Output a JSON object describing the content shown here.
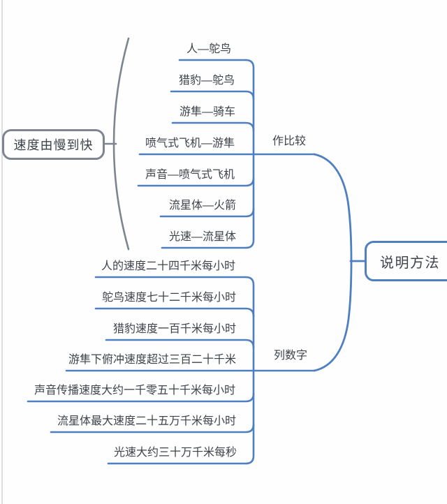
{
  "diagram": {
    "type": "mind-map",
    "root": {
      "label": "说明方法"
    },
    "annotation": {
      "label": "速度由慢到快"
    }
  },
  "branches": [
    {
      "label": "作比较",
      "items": [
        "人—鸵鸟",
        "猎豹—鸵鸟",
        "游隼—骑车",
        "喷气式飞机—游隼",
        "声音—喷气式飞机",
        "流星体—火箭",
        "光速—流星体"
      ]
    },
    {
      "label": "列数字",
      "items": [
        "人的速度二十四千米每小时",
        "鸵鸟速度七十二千米每小时",
        "猎豹速度一百千米每小时",
        "游隼下俯冲速度超过三百二十千米",
        "声音传播速度大约一千零五十千米每小时",
        "流星体最大速度二十五万千米每小时",
        "光速大约三十万千米每秒"
      ]
    }
  ],
  "colors": {
    "branch_line_blue": "#4e7fc1",
    "annotation_gray": "#7e8490",
    "text_dark": "#3e434a",
    "background": "#fefefe"
  }
}
